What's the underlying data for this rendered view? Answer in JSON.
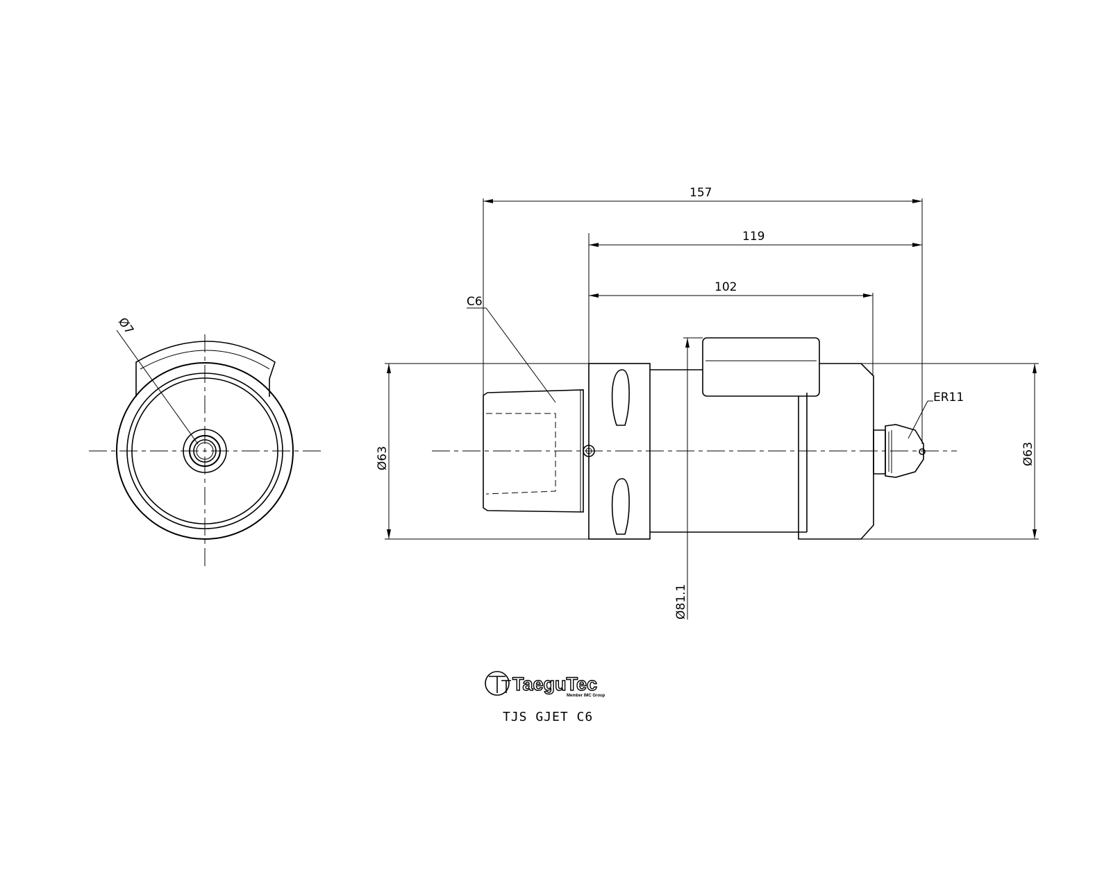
{
  "dimensions": {
    "overall_length": "157",
    "length_119": "119",
    "length_102": "102",
    "diameter_left": "Ø63",
    "diameter_right": "Ø63",
    "diameter_flange": "Ø81.1",
    "diameter_bore": "Ø7"
  },
  "callouts": {
    "shank": "C6",
    "collet": "ER11"
  },
  "brand": {
    "name": "TaeguTec",
    "tagline": "Member IMC Group"
  },
  "model": "TJS GJET C6"
}
